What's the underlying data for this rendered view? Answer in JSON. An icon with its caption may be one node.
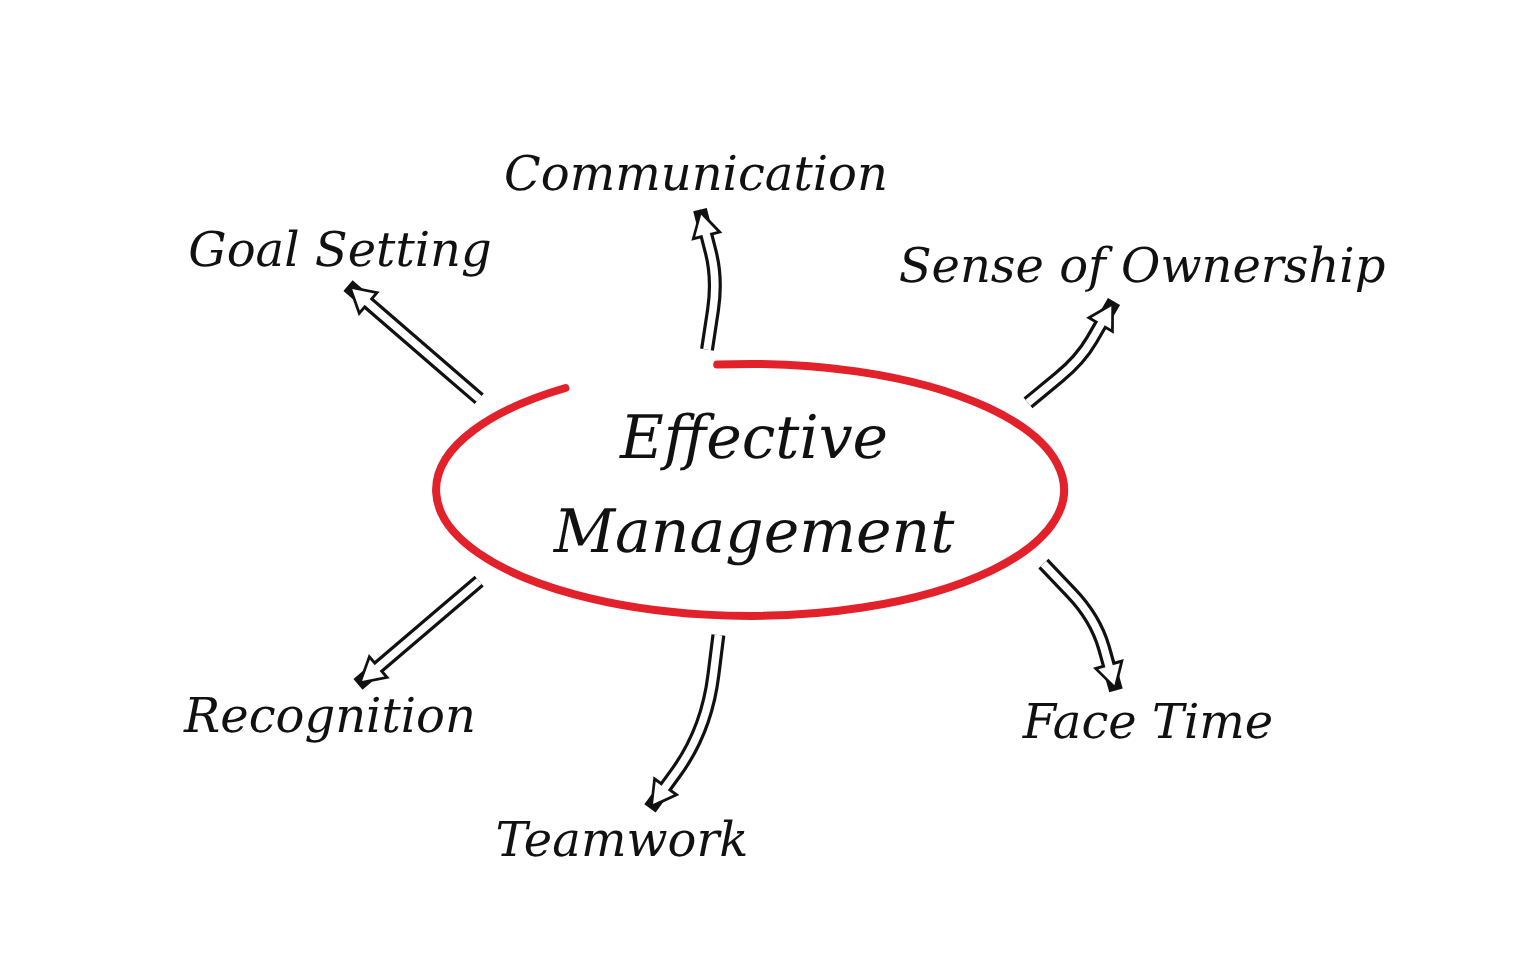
{
  "diagram": {
    "nodes": [
      {
        "text": [
          "Effective",
          "Management"
        ]
      },
      {
        "text": [
          "Goal Setting"
        ]
      },
      {
        "text": [
          "Communication"
        ]
      },
      {
        "text": [
          "Sense of Ownership"
        ]
      },
      {
        "text": [
          "Recognition"
        ]
      },
      {
        "text": [
          "Teamwork"
        ]
      },
      {
        "text": [
          "Face Time"
        ]
      }
    ],
    "edges": [
      {
        "from": 0,
        "to": 1,
        "arrow": "to"
      },
      {
        "from": 0,
        "to": 2,
        "arrow": "to"
      },
      {
        "from": 0,
        "to": 3,
        "arrow": "to"
      },
      {
        "from": 0,
        "to": 4,
        "arrow": "to"
      },
      {
        "from": 0,
        "to": 5,
        "arrow": "to"
      },
      {
        "from": 0,
        "to": 6,
        "arrow": "to"
      }
    ]
  }
}
